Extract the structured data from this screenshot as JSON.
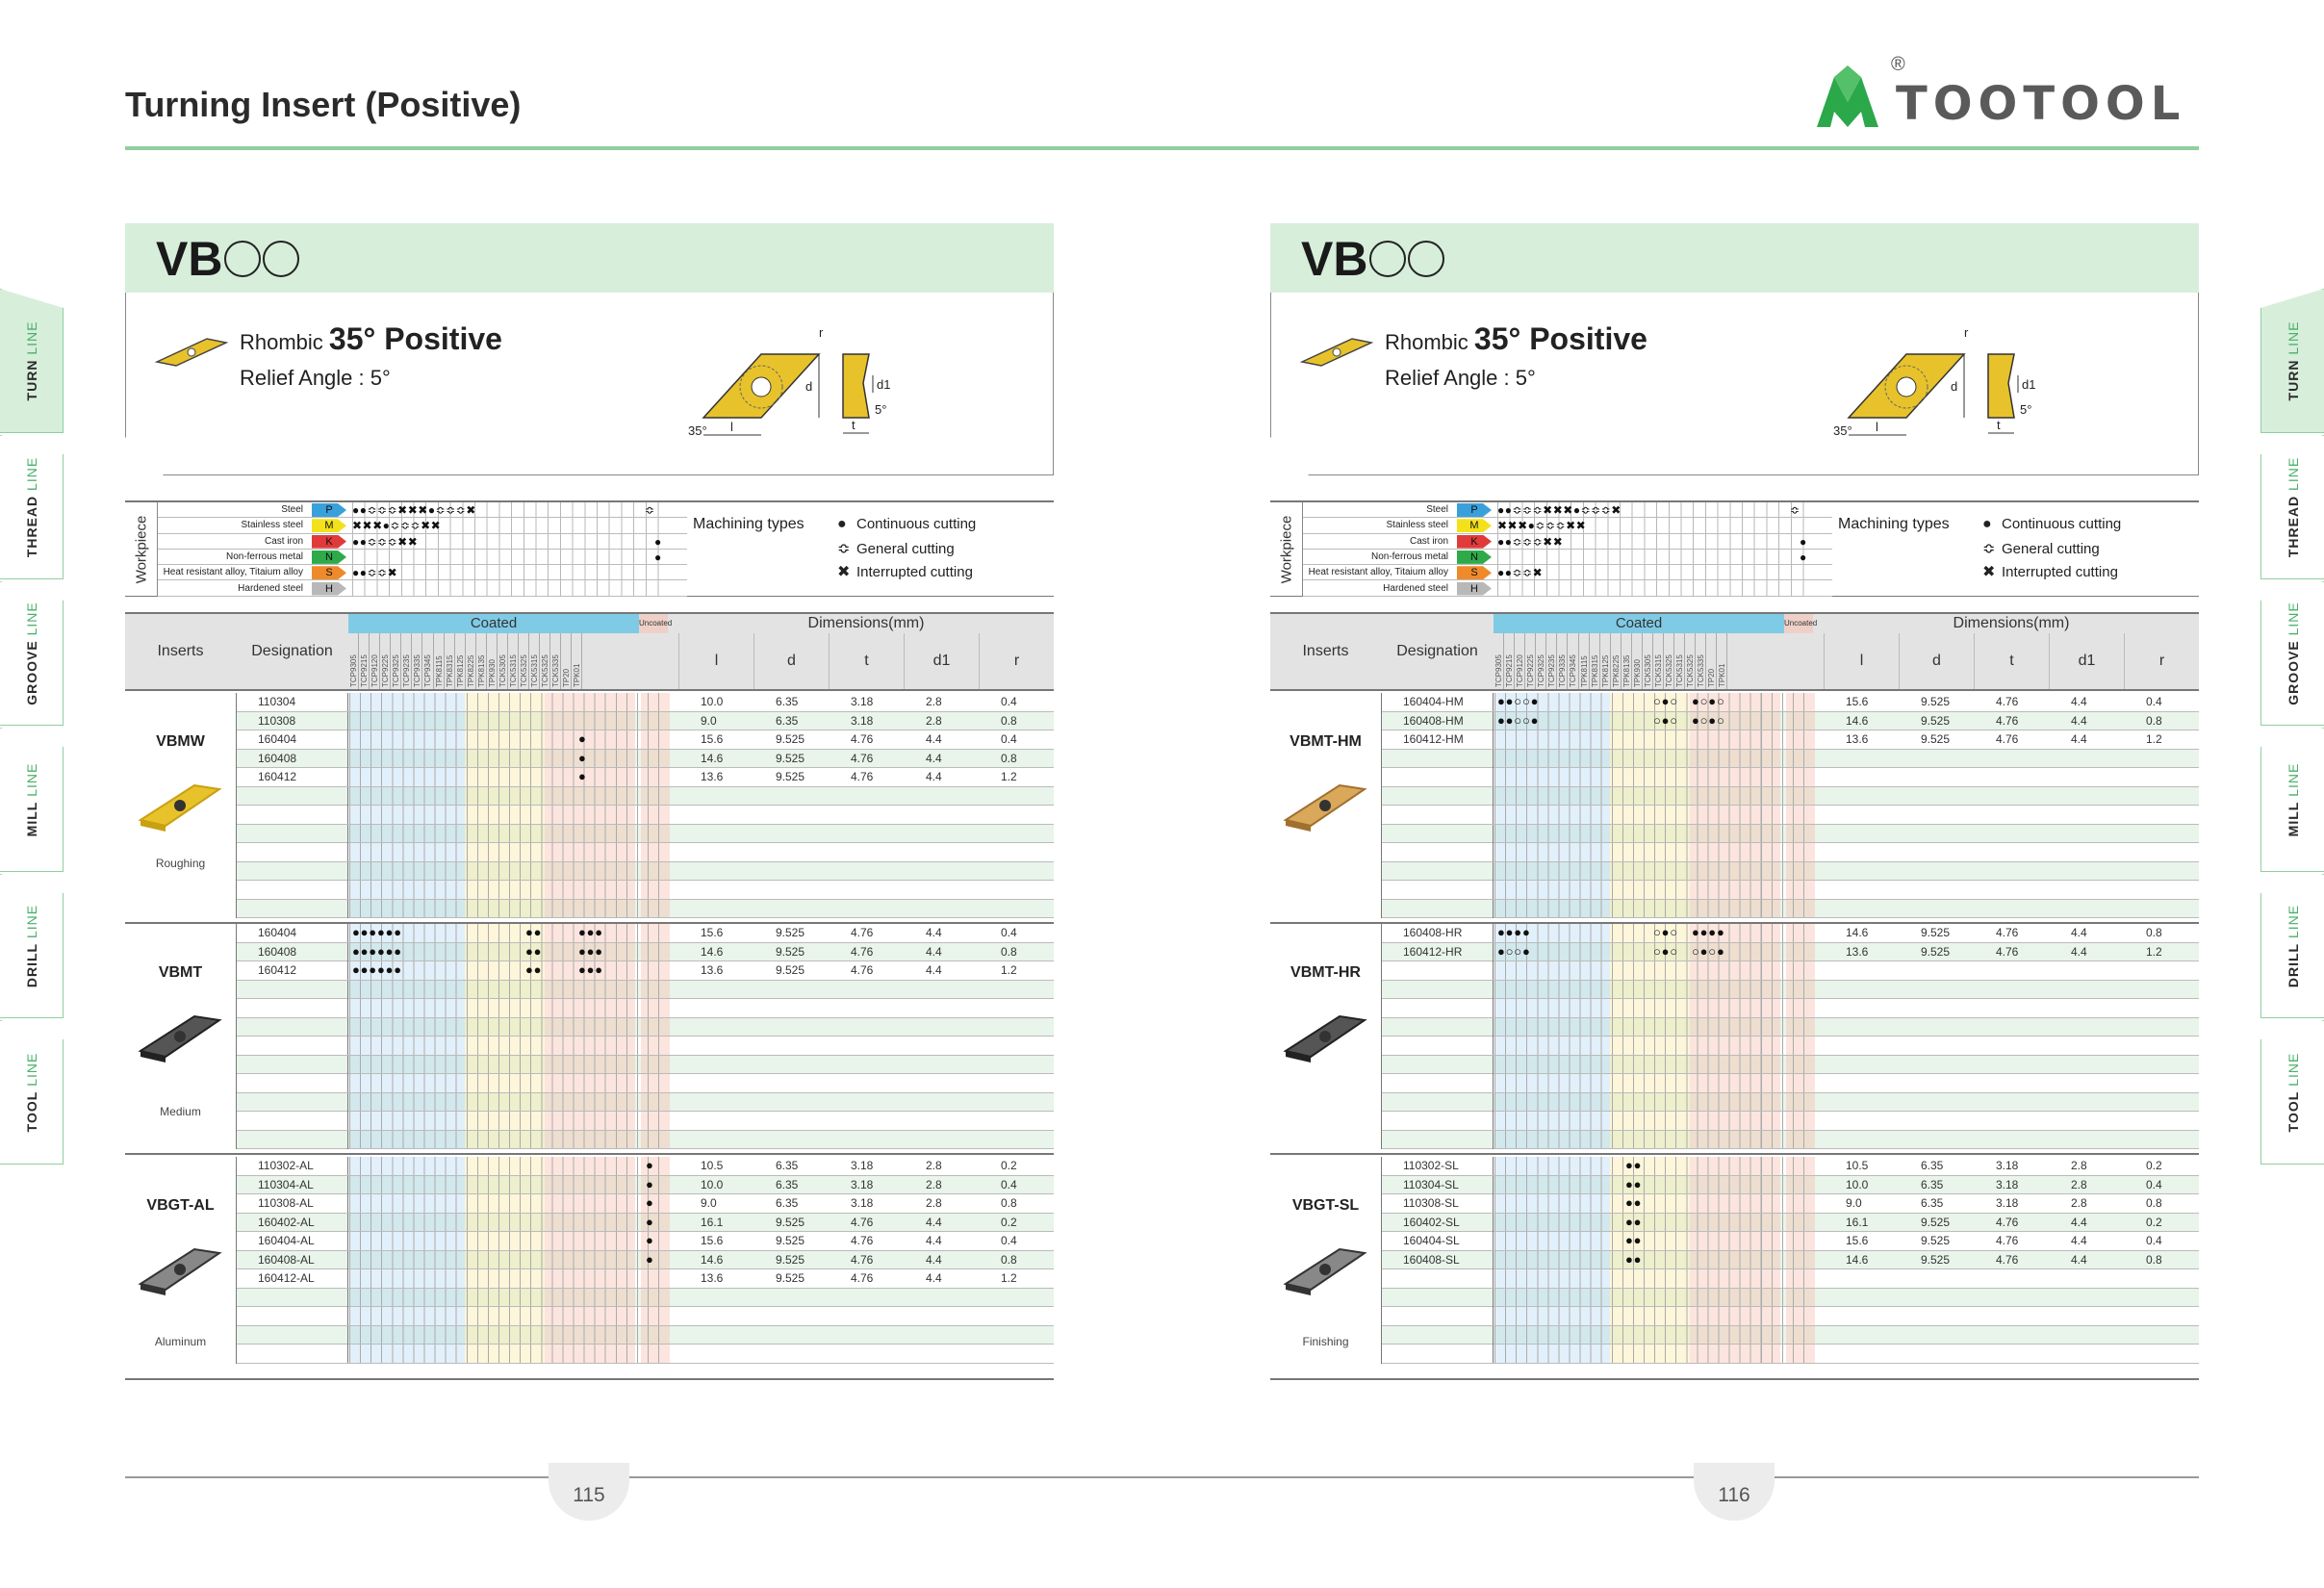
{
  "header": {
    "title": "Turning Insert (Positive)",
    "brand": "TOOTOOL",
    "registered": "®"
  },
  "pages": [
    "115",
    "116"
  ],
  "tabs": [
    {
      "bold": "TURN",
      "light": " LINE"
    },
    {
      "bold": "THREAD",
      "light": " LINE"
    },
    {
      "bold": "GROOVE",
      "light": " LINE"
    },
    {
      "bold": "MILL",
      "light": " LINE"
    },
    {
      "bold": "DRILL",
      "light": " LINE"
    },
    {
      "bold": "TOOL",
      "light": " LINE"
    }
  ],
  "panel": {
    "title": "VB",
    "shape_prefix": "Rhombic ",
    "shape_main": "35° Positive",
    "relief": "Relief Angle : 5°",
    "diagram_labels": {
      "r": "r",
      "d": "d",
      "d1": "d1",
      "l": "l",
      "t": "t",
      "angle": "35°",
      "relief": "5°"
    }
  },
  "workpiece": {
    "label": "Workpiece",
    "rows": [
      {
        "name": "Steel",
        "code": "P",
        "color": "#3aa0dc"
      },
      {
        "name": "Stainless steel",
        "code": "M",
        "color": "#f3e21b"
      },
      {
        "name": "Cast iron",
        "code": "K",
        "color": "#e03a3a"
      },
      {
        "name": "Non-ferrous metal",
        "code": "N",
        "color": "#2eaa4a"
      },
      {
        "name": "Heat resistant alloy, Titaium alloy",
        "code": "S",
        "color": "#ef8a2a"
      },
      {
        "name": "Hardened steel",
        "code": "H",
        "color": "#b8b8b8"
      }
    ],
    "machining_types": "Machining types",
    "legend": [
      {
        "symbol": "●",
        "label": "Continuous cutting"
      },
      {
        "symbol": "≎",
        "label": "General cutting"
      },
      {
        "symbol": "✖",
        "label": "Interrupted cutting"
      }
    ]
  },
  "left_wp_marks": [
    {
      "row": 0,
      "text": "●●≎≎≎✖✖✖●≎≎≎✖",
      "right": "≎"
    },
    {
      "row": 1,
      "text": "     ✖✖✖●≎≎≎✖✖",
      "right": ""
    },
    {
      "row": 2,
      "text": "                ●●≎≎≎✖✖",
      "right": "●"
    },
    {
      "row": 3,
      "text": "",
      "right": "●"
    },
    {
      "row": 4,
      "text": "        ●●≎≎✖",
      "right": ""
    }
  ],
  "right_wp_marks": [
    {
      "row": 0,
      "text": "●●≎≎≎✖✖✖●≎≎≎✖",
      "right": "≎"
    },
    {
      "row": 1,
      "text": "     ✖✖✖●≎≎≎✖✖",
      "right": ""
    },
    {
      "row": 2,
      "text": "                ●●≎≎≎✖✖",
      "right": "●"
    },
    {
      "row": 3,
      "text": "",
      "right": "●"
    },
    {
      "row": 4,
      "text": "        ●●≎≎✖",
      "right": ""
    }
  ],
  "table_header": {
    "inserts": "Inserts",
    "designation": "Designation",
    "coated": "Coated",
    "uncoated": "Uncoated",
    "dimensions": "Dimensions(mm)",
    "dim_cols": [
      "l",
      "d",
      "t",
      "d1",
      "r"
    ],
    "grades": [
      "TCP9305",
      "TCP9215",
      "TCP9120",
      "TCP9225",
      "TCP9325",
      "TCP9235",
      "TCP9335",
      "TCP9345",
      "TPK8115",
      "TPK8315",
      "TPK8125",
      "TPK8225",
      "TPK8135",
      "TPK930",
      "TCK5305",
      "TCK5315",
      "TCK5325",
      "TCK5315",
      "TCK5325",
      "TCK5335",
      "TP20",
      "TPK01"
    ]
  },
  "left_sections": [
    {
      "name": "VBMW",
      "sub": "Roughing",
      "rows": [
        {
          "des": "110304",
          "m": "",
          "l": "10.0",
          "d": "6.35",
          "t": "3.18",
          "d1": "2.8",
          "r": "0.4"
        },
        {
          "des": "110308",
          "m": "",
          "l": "9.0",
          "d": "6.35",
          "t": "3.18",
          "d1": "2.8",
          "r": "0.8"
        },
        {
          "des": "160404",
          "m": "pink●",
          "l": "15.6",
          "d": "9.525",
          "t": "4.76",
          "d1": "4.4",
          "r": "0.4"
        },
        {
          "des": "160408",
          "m": "pink●",
          "l": "14.6",
          "d": "9.525",
          "t": "4.76",
          "d1": "4.4",
          "r": "0.8"
        },
        {
          "des": "160412",
          "m": "pink●",
          "l": "13.6",
          "d": "9.525",
          "t": "4.76",
          "d1": "4.4",
          "r": "1.2"
        }
      ]
    },
    {
      "name": "VBMT",
      "sub": "Medium",
      "rows": [
        {
          "des": "160404",
          "m": "blue●●●●●●|yel●●|pink●●●",
          "l": "15.6",
          "d": "9.525",
          "t": "4.76",
          "d1": "4.4",
          "r": "0.4"
        },
        {
          "des": "160408",
          "m": "blue●●●●●●|yel●●|pink●●●",
          "l": "14.6",
          "d": "9.525",
          "t": "4.76",
          "d1": "4.4",
          "r": "0.8"
        },
        {
          "des": "160412",
          "m": "blue●●●●●●|yel●●|pink●●●",
          "l": "13.6",
          "d": "9.525",
          "t": "4.76",
          "d1": "4.4",
          "r": "1.2"
        }
      ]
    },
    {
      "name": "VBGT-AL",
      "sub": "Aluminum",
      "rows": [
        {
          "des": "110302-AL",
          "m": "unc●",
          "l": "10.5",
          "d": "6.35",
          "t": "3.18",
          "d1": "2.8",
          "r": "0.2"
        },
        {
          "des": "110304-AL",
          "m": "unc●",
          "l": "10.0",
          "d": "6.35",
          "t": "3.18",
          "d1": "2.8",
          "r": "0.4"
        },
        {
          "des": "110308-AL",
          "m": "unc●",
          "l": "9.0",
          "d": "6.35",
          "t": "3.18",
          "d1": "2.8",
          "r": "0.8"
        },
        {
          "des": "160402-AL",
          "m": "unc●",
          "l": "16.1",
          "d": "9.525",
          "t": "4.76",
          "d1": "4.4",
          "r": "0.2"
        },
        {
          "des": "160404-AL",
          "m": "unc●",
          "l": "15.6",
          "d": "9.525",
          "t": "4.76",
          "d1": "4.4",
          "r": "0.4"
        },
        {
          "des": "160408-AL",
          "m": "unc●",
          "l": "14.6",
          "d": "9.525",
          "t": "4.76",
          "d1": "4.4",
          "r": "0.8"
        },
        {
          "des": "160412-AL",
          "m": "",
          "l": "13.6",
          "d": "9.525",
          "t": "4.76",
          "d1": "4.4",
          "r": "1.2"
        }
      ]
    }
  ],
  "right_sections": [
    {
      "name": "VBMT-HM",
      "sub": "",
      "rows": [
        {
          "des": "160404-HM",
          "m": "blue●●○○●|yel○●○|pink●○●○",
          "l": "15.6",
          "d": "9.525",
          "t": "4.76",
          "d1": "4.4",
          "r": "0.4"
        },
        {
          "des": "160408-HM",
          "m": "blue●●○○●|yel○●○|pink●○●○",
          "l": "14.6",
          "d": "9.525",
          "t": "4.76",
          "d1": "4.4",
          "r": "0.8"
        },
        {
          "des": "160412-HM",
          "m": "",
          "l": "13.6",
          "d": "9.525",
          "t": "4.76",
          "d1": "4.4",
          "r": "1.2"
        }
      ]
    },
    {
      "name": "VBMT-HR",
      "sub": "",
      "rows": [
        {
          "des": "160408-HR",
          "m": "blue  ●●●●|yel○●○|pink●●●●",
          "l": "14.6",
          "d": "9.525",
          "t": "4.76",
          "d1": "4.4",
          "r": "0.8"
        },
        {
          "des": "160412-HR",
          "m": "blue  ●○○●|yel○●○|pink○●○●",
          "l": "13.6",
          "d": "9.525",
          "t": "4.76",
          "d1": "4.4",
          "r": "1.2"
        }
      ]
    },
    {
      "name": "VBGT-SL",
      "sub": "Finishing",
      "rows": [
        {
          "des": "110302-SL",
          "m": "yel●●",
          "l": "10.5",
          "d": "6.35",
          "t": "3.18",
          "d1": "2.8",
          "r": "0.2"
        },
        {
          "des": "110304-SL",
          "m": "yel●●",
          "l": "10.0",
          "d": "6.35",
          "t": "3.18",
          "d1": "2.8",
          "r": "0.4"
        },
        {
          "des": "110308-SL",
          "m": "yel●●",
          "l": "9.0",
          "d": "6.35",
          "t": "3.18",
          "d1": "2.8",
          "r": "0.8"
        },
        {
          "des": "160402-SL",
          "m": "yel●●",
          "l": "16.1",
          "d": "9.525",
          "t": "4.76",
          "d1": "4.4",
          "r": "0.2"
        },
        {
          "des": "160404-SL",
          "m": "yel●●",
          "l": "15.6",
          "d": "9.525",
          "t": "4.76",
          "d1": "4.4",
          "r": "0.4"
        },
        {
          "des": "160408-SL",
          "m": "yel●●",
          "l": "14.6",
          "d": "9.525",
          "t": "4.76",
          "d1": "4.4",
          "r": "0.8"
        }
      ]
    }
  ],
  "colors": {
    "accent": "#8fcf9f",
    "band": "#d7eedb",
    "insert_gold": "#e8c22a"
  }
}
